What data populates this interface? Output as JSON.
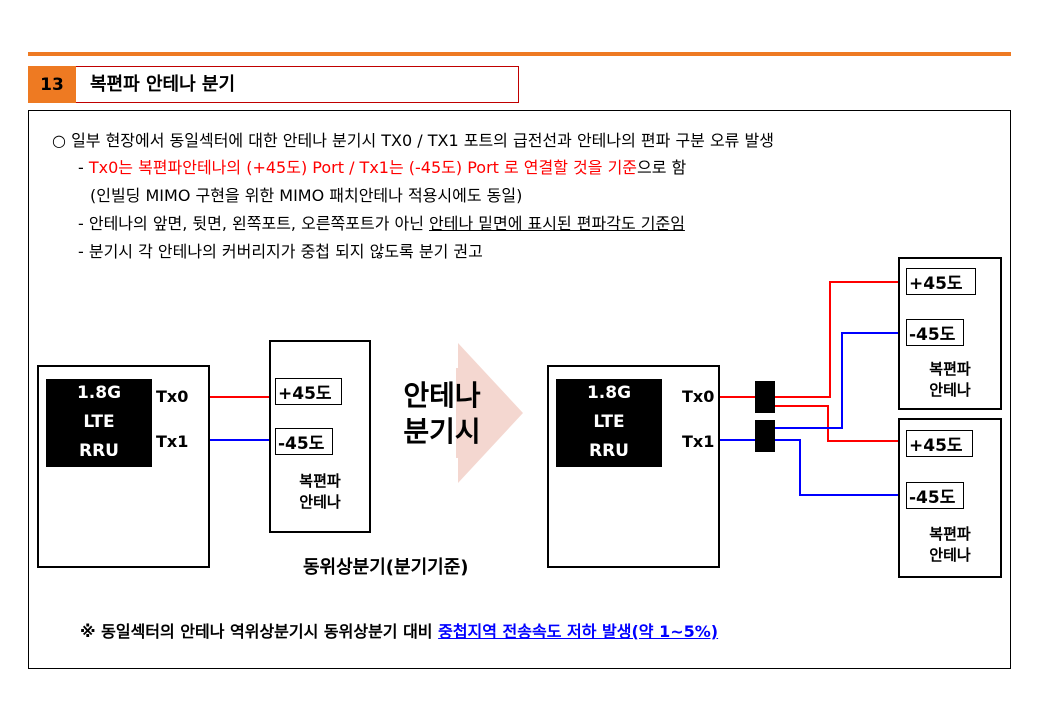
{
  "header": {
    "number": "13",
    "title": "복편파 안테나 분기"
  },
  "body": {
    "bullet_symbol": "○",
    "bullet_text": "일부 현장에서 동일섹터에 대한 안테나 분기시 TX0 / TX1 포트의 급전선과 안테나의 편파 구분 오류 발생",
    "sub1_dash": "- ",
    "sub1_red": "Tx0는 복편파안테나의  (+45도) Port / Tx1는 (-45도) Port 로 연결할 것을 기준",
    "sub1_tail": "으로 함",
    "sub1_cont": "(인빌딩 MIMO 구현을 위한 MIMO 패치안테나 적용시에도 동일)",
    "sub2_prefix": "- 안테나의 앞면, 뒷면, 왼쪽포트, 오른쪽포트가 아닌 ",
    "sub2_underline": "안테나 밑면에 표시된  편파각도 기준임",
    "sub3": "- 분기시 각 안테나의 커버리지가 중첩 되지 않도록 분기 권고"
  },
  "left_diagram": {
    "rru_line1": "1.8G",
    "rru_line2": "LTE",
    "rru_line3": "RRU",
    "tx0": "Tx0",
    "tx1": "Tx1",
    "ant_plus": "+45도",
    "ant_minus": "-45도",
    "ant_label1": "복편파",
    "ant_label2": "안테나"
  },
  "arrow": {
    "line1": "안테나",
    "line2": "분기시"
  },
  "caption": "동위상분기(분기기준)",
  "right_diagram": {
    "rru_line1": "1.8G",
    "rru_line2": "LTE",
    "rru_line3": "RRU",
    "tx0": "Tx0",
    "tx1": "Tx1",
    "ant1_plus": "+45도",
    "ant1_minus": "-45도",
    "ant1_label1": "복편파",
    "ant1_label2": "안테나",
    "ant2_plus": "+45도",
    "ant2_minus": "-45도",
    "ant2_label1": "복편파",
    "ant2_label2": "안테나"
  },
  "note": {
    "prefix": "※ 동일섹터의 안테나 역위상분기시 동위상분기 대비 ",
    "highlight": "중첩지역 전송속도 저하 발생(약 1~5%)"
  },
  "colors": {
    "accent": "#ee7a22",
    "red_line": "#ff0000",
    "blue_line": "#0000ff",
    "arrow_fill": "#f4d7d0"
  }
}
